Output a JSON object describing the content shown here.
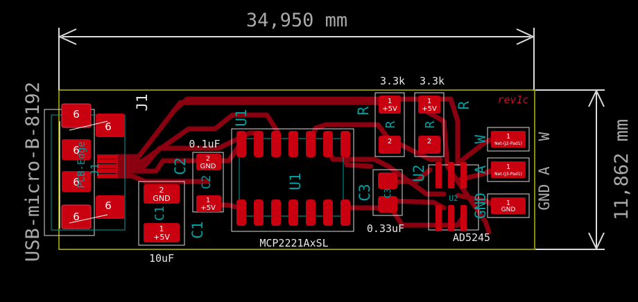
{
  "dimensions": {
    "width_label": "34,950 mm",
    "height_label": "11,862 mm",
    "connector_name": "USB-micro-B-8192"
  },
  "board": {
    "revision": "rev1c",
    "edge_label": "PCB-Edge"
  },
  "components": {
    "J1": {
      "ref": "J1",
      "ref_fab": "J1",
      "pin_label": "6"
    },
    "U1": {
      "ref": "U1",
      "ref_side": "U1",
      "value": "MCP2221AxSL"
    },
    "U2": {
      "ref": "U2",
      "value": "AD5245",
      "pin_label": "U2"
    },
    "C1": {
      "ref": "C1",
      "value": "10uF",
      "pin1": "1",
      "pin1_net": "+5V",
      "pin2": "2",
      "pin2_net": "GND"
    },
    "C2": {
      "ref": "C2",
      "value": "0.1uF",
      "pin1": "1",
      "pin1_net": "+5V",
      "pin2": "2",
      "pin2_net": "GND"
    },
    "C3": {
      "ref": "C3",
      "value": "0.33uF",
      "pin_label": "C3"
    },
    "R1": {
      "value": "3.3k",
      "ref": "R",
      "pin1": "1",
      "pin1_net": "+5V",
      "pin2": "2",
      "pin_label": "R"
    },
    "R2": {
      "value": "3.3k",
      "ref": "R",
      "pin1": "1",
      "pin1_net": "+5V",
      "pin2": "2",
      "pin_label": "R"
    }
  },
  "header": {
    "pin_labels": [
      "W",
      "A",
      "GND"
    ],
    "silk_labels": [
      "W",
      "GND A"
    ],
    "pads": [
      {
        "num": "1",
        "net": "Net-(J2-Pad1)"
      },
      {
        "num": "1",
        "net": "Net-(J3-Pad1)"
      },
      {
        "num": "1",
        "net": "GND"
      }
    ]
  },
  "colors": {
    "background": "#000000",
    "pad": "#c8000f",
    "track": "#8a0010",
    "silkscreen": "#e8e8e8",
    "fab": "#00a0a0",
    "edge_cuts": "#e8e800",
    "dimension": "#a9a9a9"
  }
}
